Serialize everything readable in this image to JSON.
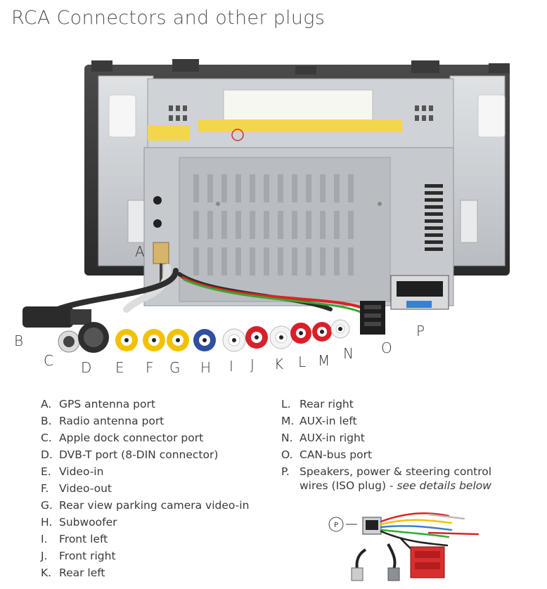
{
  "title": "RCA Connectors and other plugs",
  "callouts": [
    "A",
    "B",
    "C",
    "D",
    "E",
    "F",
    "G",
    "H",
    "I",
    "J",
    "K",
    "L",
    "M",
    "N",
    "O",
    "P"
  ],
  "legend_left": [
    {
      "key": "A.",
      "text": "GPS antenna port"
    },
    {
      "key": "B.",
      "text": "Radio antenna port"
    },
    {
      "key": "C.",
      "text": "Apple dock connector port"
    },
    {
      "key": "D.",
      "text": "DVB-T port (8-DIN connector)"
    },
    {
      "key": "E.",
      "text": "Video-in"
    },
    {
      "key": "F.",
      "text": "Video-out"
    },
    {
      "key": "G.",
      "text": "Rear view parking camera video-in"
    },
    {
      "key": "H.",
      "text": "Subwoofer"
    },
    {
      "key": "I.",
      "text": "Front left"
    },
    {
      "key": "J.",
      "text": "Front right"
    },
    {
      "key": "K.",
      "text": "Rear left"
    }
  ],
  "legend_right": [
    {
      "key": "L.",
      "text": "Rear right"
    },
    {
      "key": "M.",
      "text": "AUX-in left"
    },
    {
      "key": "N.",
      "text": "AUX-in right"
    },
    {
      "key": "O.",
      "text": "CAN-bus port"
    }
  ],
  "legend_p": {
    "key": "P.",
    "line1": "Speakers, power & steering control",
    "line2": "wires (ISO plug) - ",
    "more": "see details below"
  },
  "iso_badge": "P",
  "colors": {
    "rca_yellow": "#f2c200",
    "rca_white": "#f4f4f4",
    "rca_blue": "#2f4f9f",
    "rca_red": "#d8202a",
    "chassis": "#c9ccd0",
    "iso_plug": "#d8302e"
  }
}
